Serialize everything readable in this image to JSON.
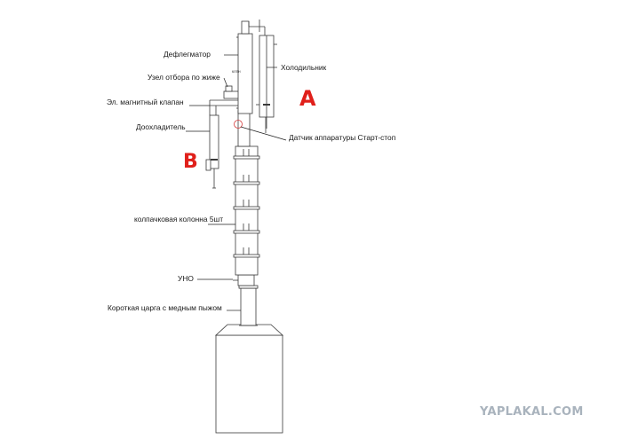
{
  "labels": {
    "dephlegmator": "Дефлегматор",
    "cooler": "Холодильник",
    "liquid_takeoff": "Узел отбора по жиже",
    "valve_tag": "клпн",
    "solenoid": "Эл. магнитный клапан",
    "aftercooler": "Доохладитель",
    "sensor": "Датчик аппаратуры Старт-стоп",
    "column": "колпачковая колонна 5шт",
    "uno": "УНО",
    "short_tsarga": "Короткая царга с медным пыжом"
  },
  "markers": {
    "a": "A",
    "b": "B"
  },
  "watermark": "YAPLAKAL.COM",
  "colors": {
    "marker": "#e0201b",
    "line": "#3a3a3a",
    "sensor": "#d43a3a",
    "watermark": "#a9b3bd"
  }
}
